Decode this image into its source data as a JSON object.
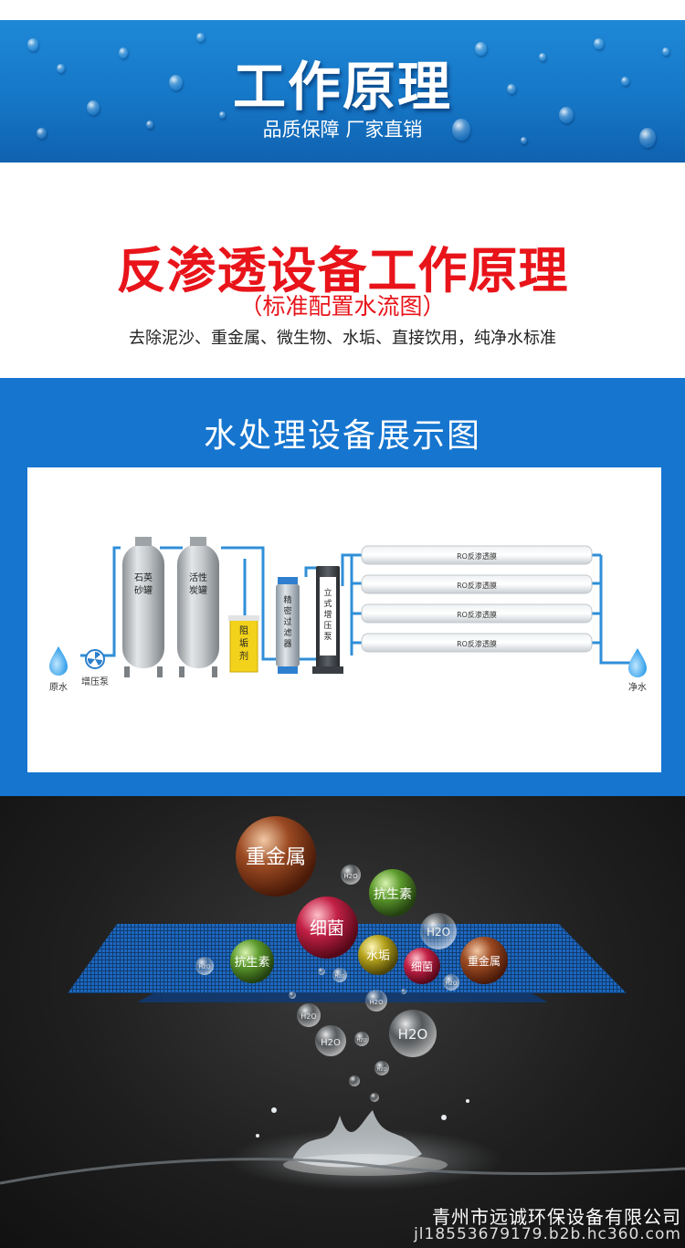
{
  "banner": {
    "title": "工作原理",
    "subtitle": "品质保障 厂家直销"
  },
  "headline": {
    "title": "反渗透设备工作原理",
    "subtitle": "（标准配置水流图）",
    "description": "去除泥沙、重金属、微生物、水垢、直接饮用，纯净水标准"
  },
  "display": {
    "title": "水处理设备展示图",
    "diagram": {
      "raw_water": "原水",
      "booster_pump": "增压泵",
      "quartz_tank": [
        "石英",
        "砂罐"
      ],
      "carbon_tank": [
        "活性",
        "炭罐"
      ],
      "antiscalant": [
        "阻",
        "垢",
        "剂"
      ],
      "precision_filter": [
        "精",
        "密",
        "过",
        "滤",
        "器"
      ],
      "vertical_pump": [
        "立",
        "式",
        "增",
        "压",
        "泵"
      ],
      "ro_membrane": "RO反渗透膜",
      "pure_water": "净水"
    }
  },
  "bubbles": {
    "heavy_metal": "重金属",
    "antibiotic": "抗生素",
    "bacteria": "细菌",
    "scale": "水垢",
    "h2o": "H2O"
  },
  "footer": {
    "company": "青州市远诚环保设备有限公司",
    "url": "jl18553679179.b2b.hc360.com"
  },
  "colors": {
    "banner_blue": "#1677c7",
    "headline_red": "#e8141a",
    "section_blue": "#1575cf",
    "pipe_blue": "#2f8fd8",
    "antiscalant_yellow": "#f2d21b"
  }
}
